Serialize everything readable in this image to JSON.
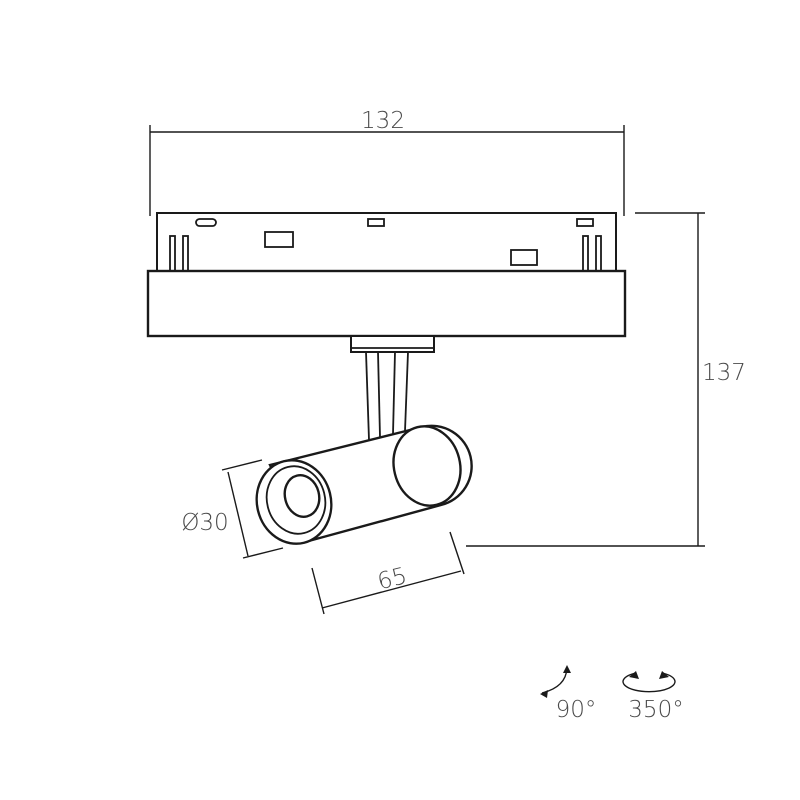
{
  "dimensions": {
    "width": "132",
    "height": "137",
    "diameter": "Ø30",
    "length": "65"
  },
  "rotation": {
    "tilt": "90°",
    "pan": "350°"
  }
}
